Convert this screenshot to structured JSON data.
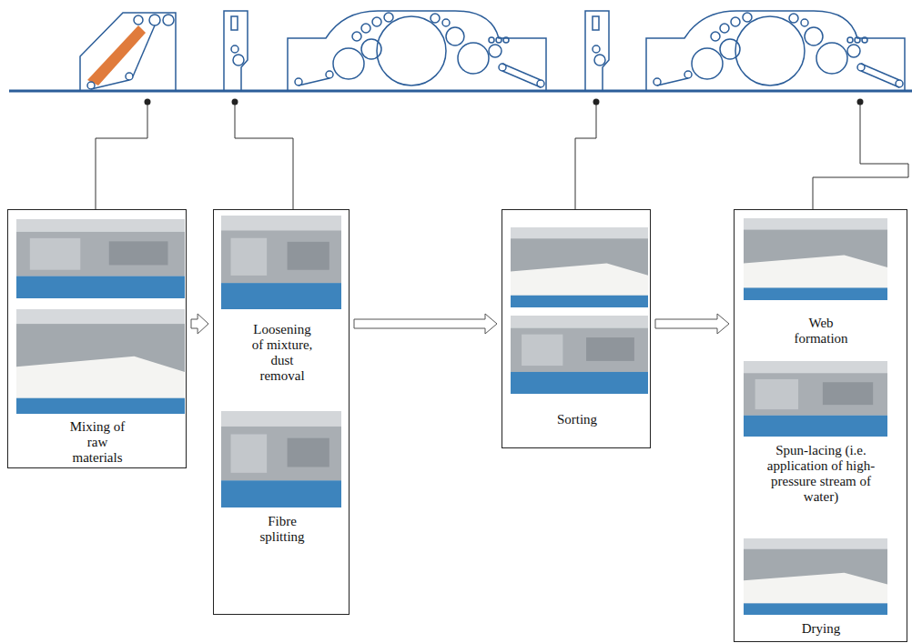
{
  "diagram": {
    "nodes": [
      {
        "text": [
          "Mixing of raw materials"
        ]
      },
      {
        "text": [
          "Loosening of mixture, dust removal",
          "Fibre splitting"
        ]
      },
      {
        "text": [
          "Sorting"
        ]
      },
      {
        "text": [
          "Web formation",
          "Spun-lacing (i.e. application of high-pressure stream of water)",
          "Drying"
        ]
      }
    ],
    "edges": [
      {
        "from": 0,
        "to": 1,
        "arrow": "to"
      },
      {
        "from": 1,
        "to": 2,
        "arrow": "to"
      },
      {
        "from": 2,
        "to": 3,
        "arrow": "to"
      }
    ]
  }
}
